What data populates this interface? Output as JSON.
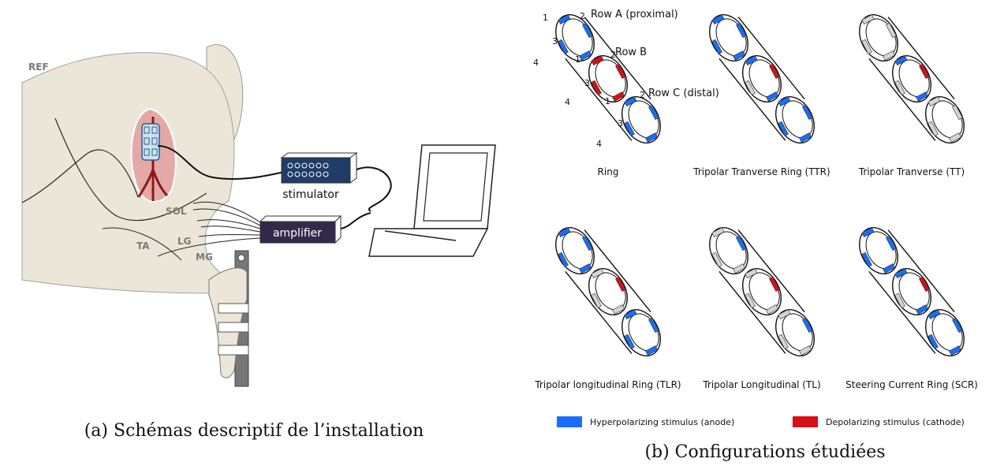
{
  "panel_a": {
    "caption": "(a) Schémas descriptif de l’installation",
    "labels": {
      "ref": "REF",
      "sol": "SOL",
      "lg": "LG",
      "ta": "TA",
      "mg": "MG",
      "stimulator": "stimulator",
      "amplifier": "amplifier"
    }
  },
  "panel_b": {
    "caption": "(b) Configurations étudiées",
    "rows": {
      "a": "Row A (proximal)",
      "b": "Row B",
      "c": "Row C (distal)"
    },
    "contact_numbers": [
      "1",
      "2",
      "3",
      "4"
    ],
    "configurations": [
      {
        "name": "Ring",
        "rings": [
          [
            "anode",
            "anode",
            "anode",
            "anode"
          ],
          [
            "cathode",
            "cathode",
            "cathode",
            "cathode"
          ],
          [
            "anode",
            "anode",
            "anode",
            "anode"
          ]
        ]
      },
      {
        "name": "Tripolar Tranverse Ring (TTR)",
        "rings": [
          [
            "anode",
            "anode",
            "anode",
            "anode"
          ],
          [
            "anode",
            "cathode",
            "anode",
            "off"
          ],
          [
            "anode",
            "anode",
            "anode",
            "anode"
          ]
        ]
      },
      {
        "name": "Tripolar Tranverse (TT)",
        "rings": [
          [
            "off",
            "off",
            "off",
            "off"
          ],
          [
            "anode",
            "cathode",
            "anode",
            "off"
          ],
          [
            "off",
            "off",
            "off",
            "off"
          ]
        ]
      },
      {
        "name": "Tripolar longitudinal Ring (TLR)",
        "rings": [
          [
            "anode",
            "anode",
            "anode",
            "anode"
          ],
          [
            "off",
            "cathode",
            "off",
            "off"
          ],
          [
            "anode",
            "anode",
            "anode",
            "anode"
          ]
        ]
      },
      {
        "name": "Tripolar Longitudinal (TL)",
        "rings": [
          [
            "off",
            "anode",
            "off",
            "off"
          ],
          [
            "off",
            "cathode",
            "off",
            "off"
          ],
          [
            "off",
            "anode",
            "off",
            "off"
          ]
        ]
      },
      {
        "name": "Steering Current Ring (SCR)",
        "rings": [
          [
            "anode",
            "anode",
            "anode",
            "anode"
          ],
          [
            "anode",
            "cathode",
            "anode",
            "off"
          ],
          [
            "anode",
            "anode",
            "anode",
            "anode"
          ]
        ]
      }
    ],
    "legend": [
      {
        "label": "Hyperpolarizing stimulus (anode)",
        "color": "#1a6ef5"
      },
      {
        "label": "Depolarizing stimulus (cathode)",
        "color": "#d80f16"
      }
    ],
    "colors": {
      "anode": "#1a6ef5",
      "cathode": "#d80f16",
      "off": "#d4d4d4"
    }
  }
}
